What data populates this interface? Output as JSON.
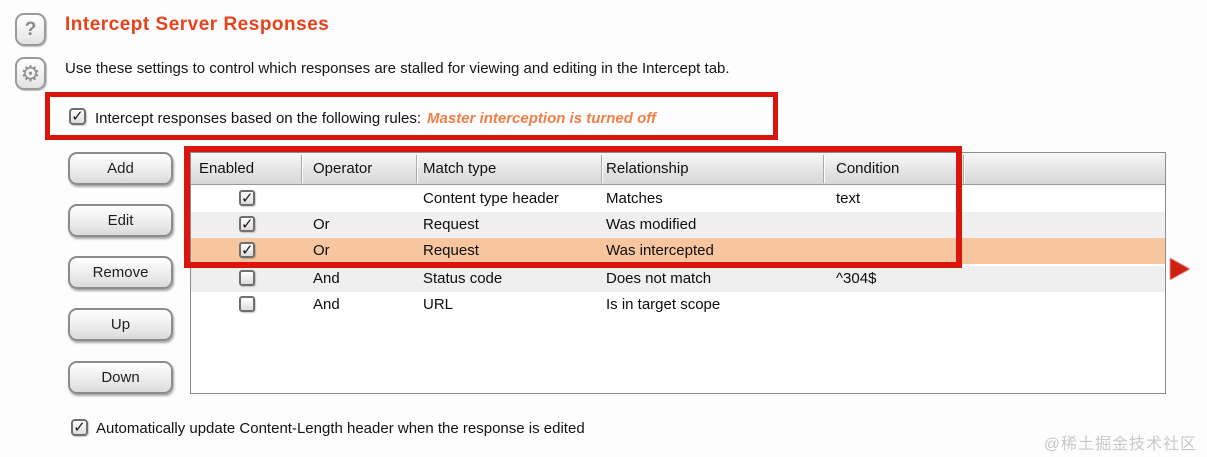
{
  "page": {
    "title": "Intercept Server Responses",
    "description": "Use these settings to control which responses are stalled for viewing and editing in the Intercept tab.",
    "watermark": "@稀土掘金技术社区"
  },
  "icons": {
    "help_glyph": "?",
    "gear_glyph": "⚙",
    "check_glyph": "✓",
    "red_arrow": "right-pointing red cursor arrow"
  },
  "rules_option": {
    "checked": true,
    "check": "✓",
    "label": "Intercept responses based on the following rules:",
    "status_note": "Master interception is turned off"
  },
  "buttons": {
    "add": "Add",
    "edit": "Edit",
    "remove": "Remove",
    "up": "Up",
    "down": "Down"
  },
  "table": {
    "columns": {
      "enabled": "Enabled",
      "operator": "Operator",
      "match_type": "Match type",
      "relationship": "Relationship",
      "condition": "Condition"
    },
    "rows": [
      {
        "enabled": true,
        "check": "✓",
        "operator": "",
        "match_type": "Content type header",
        "relationship": "Matches",
        "condition": "text",
        "selected": false
      },
      {
        "enabled": true,
        "check": "✓",
        "operator": "Or",
        "match_type": "Request",
        "relationship": "Was modified",
        "condition": "",
        "selected": false
      },
      {
        "enabled": true,
        "check": "✓",
        "operator": "Or",
        "match_type": "Request",
        "relationship": "Was intercepted",
        "condition": "",
        "selected": true
      },
      {
        "enabled": false,
        "check": "",
        "operator": "And",
        "match_type": "Status code",
        "relationship": "Does not match",
        "condition": "^304$",
        "selected": false
      },
      {
        "enabled": false,
        "check": "",
        "operator": "And",
        "match_type": "URL",
        "relationship": "Is in target scope",
        "condition": "",
        "selected": false
      }
    ]
  },
  "footer_option": {
    "checked": true,
    "check": "✓",
    "label": "Automatically update Content-Length header when the response is edited"
  },
  "colors": {
    "accent": "#e8421a",
    "status_note": "#ef8049",
    "annotation_red": "#da150d",
    "selected_row": "#f8c69e",
    "alt_row": "#efefef",
    "header_gradient_top": "#f7f7f7",
    "header_gradient_bottom": "#d6d6d6"
  }
}
